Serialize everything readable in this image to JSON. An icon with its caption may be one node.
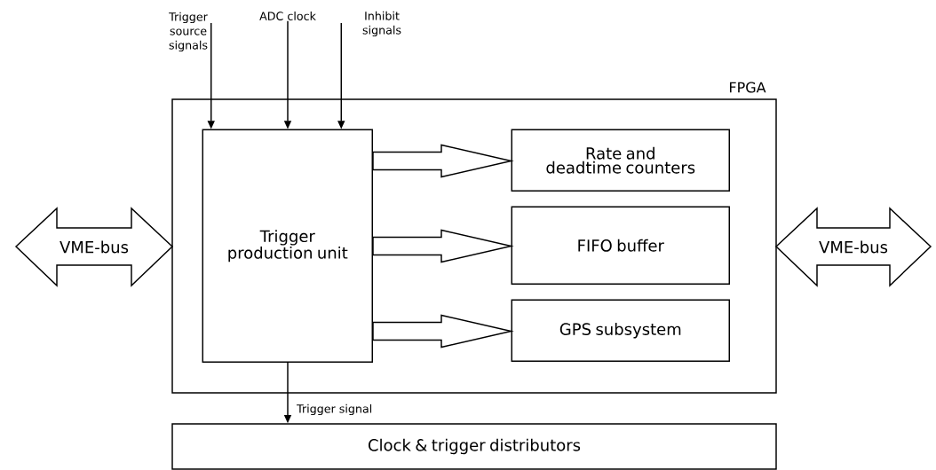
{
  "diagram": {
    "nodes": [
      {
        "text": [
          "FPGA"
        ]
      },
      {
        "text": [
          "Trigger production unit"
        ],
        "in": 0
      },
      {
        "text": [
          "Rate and deadtime counters"
        ],
        "in": 0
      },
      {
        "text": [
          "FIFO buffer"
        ],
        "in": 0
      },
      {
        "text": [
          "GPS subsystem"
        ],
        "in": 0
      },
      {
        "text": [
          "VME-bus"
        ]
      },
      {
        "text": [
          "VME-bus"
        ]
      },
      {
        "text": [
          "Clock & trigger distributors"
        ]
      },
      {
        "text": [
          "Trigger source signals"
        ]
      },
      {
        "text": [
          "ADC clock"
        ]
      },
      {
        "text": [
          "Inhibit signals"
        ]
      }
    ],
    "edges": [
      {
        "from": 8,
        "to": 1,
        "arrow": "to"
      },
      {
        "from": 9,
        "to": 1,
        "arrow": "to"
      },
      {
        "from": 10,
        "to": 1,
        "arrow": "to"
      },
      {
        "from": 1,
        "to": 2,
        "arrow": "to",
        "style": "thick"
      },
      {
        "from": 1,
        "to": 3,
        "arrow": "to",
        "style": "thick"
      },
      {
        "from": 1,
        "to": 4,
        "arrow": "to",
        "style": "thick"
      },
      {
        "from": 1,
        "to": 7,
        "arrow": "to",
        "label": "Trigger signal"
      }
    ]
  }
}
